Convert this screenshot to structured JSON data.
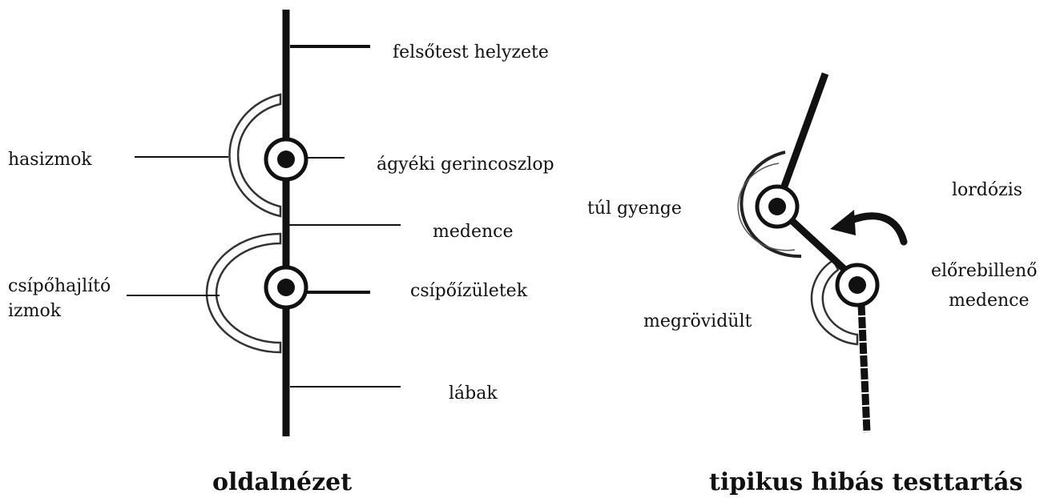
{
  "left_panel": {
    "labels": {
      "upper_body": "felsőtest helyzete",
      "abdominals": "hasizmok",
      "lumbar_spine": "ágyéki gerincoszlop",
      "pelvis": "medence",
      "hip_flexors_line1": "csípőhajlító",
      "hip_flexors_line2": "izmok",
      "hip_joints": "csípőízületek",
      "legs": "lábak"
    },
    "caption": "oldalnézet"
  },
  "right_panel": {
    "labels": {
      "too_weak": "túl gyenge",
      "lordosis": "lordózis",
      "tilted_pelvis_line1": "előrebillenő",
      "tilted_pelvis_line2": "medence",
      "shortened": "megrövidült"
    },
    "caption": "tipikus hibás testtartás"
  },
  "colors": {
    "ink": "#111111",
    "background": "#ffffff"
  }
}
